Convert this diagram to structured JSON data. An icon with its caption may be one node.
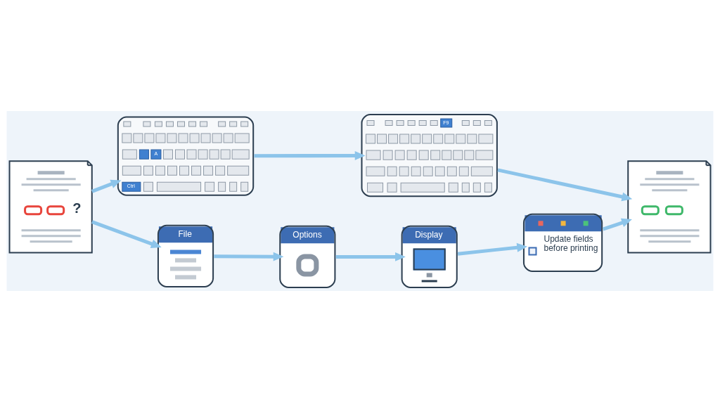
{
  "diagram": {
    "nodes": [
      {
        "text": [
          "?"
        ]
      },
      {
        "text": [
          "A",
          "Ctrl"
        ]
      },
      {
        "text": [
          "F9"
        ]
      },
      {
        "text": [],
        "shape": "picture"
      },
      {
        "text": [
          "File"
        ]
      },
      {
        "text": [
          "Options"
        ]
      },
      {
        "text": [
          "Display"
        ]
      },
      {
        "text": [
          "Update fields before printing"
        ]
      }
    ],
    "edges": [
      {
        "from": 0,
        "to": 1,
        "arrow": "to"
      },
      {
        "from": 0,
        "to": 4,
        "arrow": "to"
      },
      {
        "from": 1,
        "to": 2,
        "arrow": "to"
      },
      {
        "from": 2,
        "to": 3,
        "arrow": "to"
      },
      {
        "from": 4,
        "to": 5,
        "arrow": "to"
      },
      {
        "from": 5,
        "to": 6,
        "arrow": "to"
      },
      {
        "from": 6,
        "to": 7,
        "arrow": "to"
      },
      {
        "from": 7,
        "to": 3,
        "arrow": "to"
      }
    ]
  }
}
